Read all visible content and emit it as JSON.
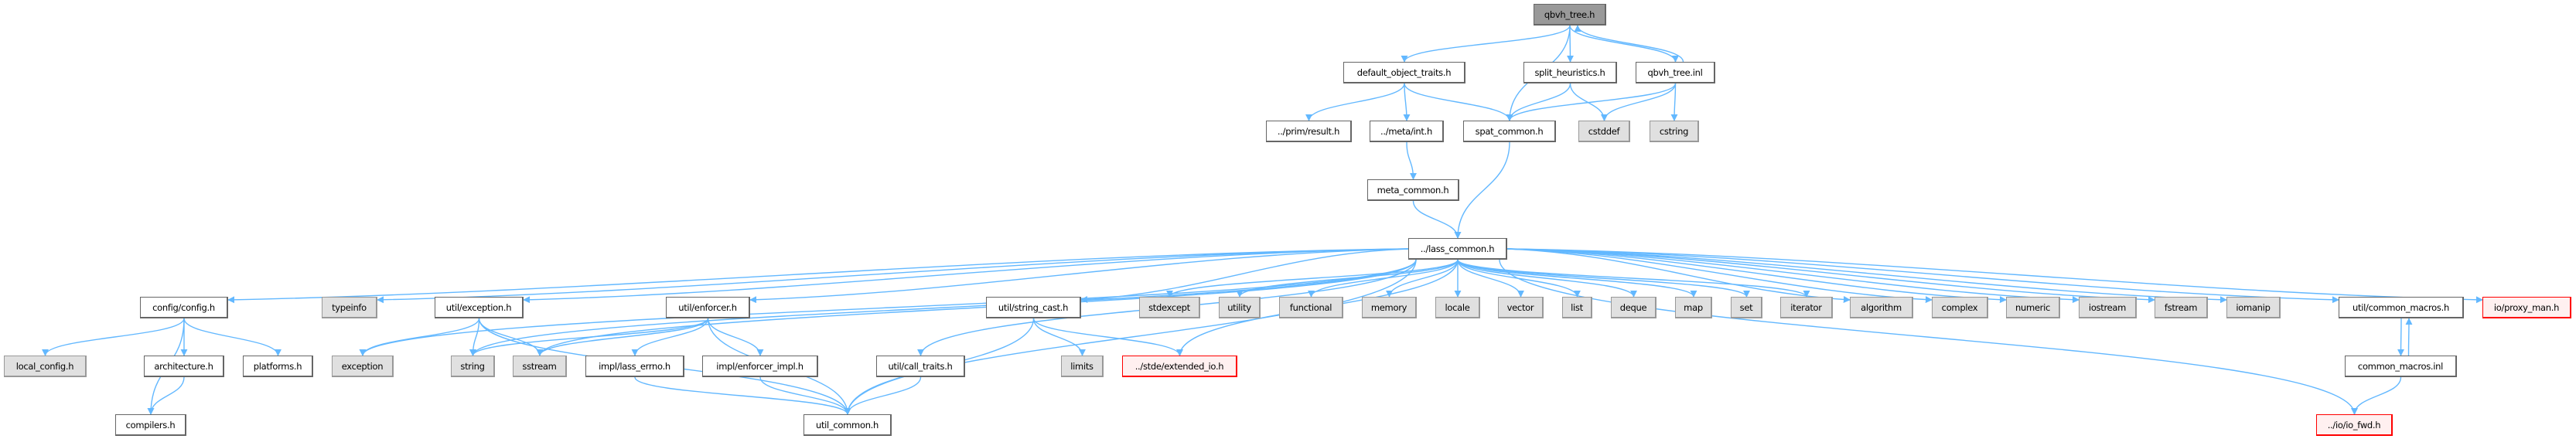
{
  "title": "qbvh_tree.h",
  "colors": {
    "edge": "#63b8ff",
    "file_border": "#666666",
    "system_fill": "#e0e0e0",
    "missing_fill": "#fff0f0",
    "missing_border": "#ff0000",
    "current_fill": "#999999"
  },
  "nodes": [
    {
      "id": "qbvh_tree_h",
      "label": "qbvh_tree.h",
      "kind": "current"
    },
    {
      "id": "default_object_traits",
      "label": "default_object_traits.h",
      "kind": "file"
    },
    {
      "id": "split_heuristics",
      "label": "split_heuristics.h",
      "kind": "file"
    },
    {
      "id": "qbvh_tree_inl",
      "label": "qbvh_tree.inl",
      "kind": "file"
    },
    {
      "id": "prim_result",
      "label": "../prim/result.h",
      "kind": "file"
    },
    {
      "id": "meta_int",
      "label": "../meta/int.h",
      "kind": "file"
    },
    {
      "id": "spat_common",
      "label": "spat_common.h",
      "kind": "file"
    },
    {
      "id": "cstddef",
      "label": "cstddef",
      "kind": "system"
    },
    {
      "id": "cstring",
      "label": "cstring",
      "kind": "system"
    },
    {
      "id": "meta_common",
      "label": "meta_common.h",
      "kind": "file"
    },
    {
      "id": "lass_common",
      "label": "../lass_common.h",
      "kind": "file"
    },
    {
      "id": "config",
      "label": "config/config.h",
      "kind": "file"
    },
    {
      "id": "typeinfo",
      "label": "typeinfo",
      "kind": "system"
    },
    {
      "id": "util_exception",
      "label": "util/exception.h",
      "kind": "file"
    },
    {
      "id": "util_enforcer",
      "label": "util/enforcer.h",
      "kind": "file"
    },
    {
      "id": "string_cast",
      "label": "util/string_cast.h",
      "kind": "file"
    },
    {
      "id": "stdexcept",
      "label": "stdexcept",
      "kind": "system"
    },
    {
      "id": "utility",
      "label": "utility",
      "kind": "system"
    },
    {
      "id": "functional",
      "label": "functional",
      "kind": "system"
    },
    {
      "id": "memory",
      "label": "memory",
      "kind": "system"
    },
    {
      "id": "locale",
      "label": "locale",
      "kind": "system"
    },
    {
      "id": "vector",
      "label": "vector",
      "kind": "system"
    },
    {
      "id": "list",
      "label": "list",
      "kind": "system"
    },
    {
      "id": "deque",
      "label": "deque",
      "kind": "system"
    },
    {
      "id": "map",
      "label": "map",
      "kind": "system"
    },
    {
      "id": "set",
      "label": "set",
      "kind": "system"
    },
    {
      "id": "iterator",
      "label": "iterator",
      "kind": "system"
    },
    {
      "id": "algorithm",
      "label": "algorithm",
      "kind": "system"
    },
    {
      "id": "complex",
      "label": "complex",
      "kind": "system"
    },
    {
      "id": "numeric",
      "label": "numeric",
      "kind": "system"
    },
    {
      "id": "iostream",
      "label": "iostream",
      "kind": "system"
    },
    {
      "id": "fstream",
      "label": "fstream",
      "kind": "system"
    },
    {
      "id": "iomanip",
      "label": "iomanip",
      "kind": "system"
    },
    {
      "id": "common_macros_h",
      "label": "util/common_macros.h",
      "kind": "file"
    },
    {
      "id": "proxy_man",
      "label": "io/proxy_man.h",
      "kind": "missing"
    },
    {
      "id": "local_config",
      "label": "local_config.h",
      "kind": "system"
    },
    {
      "id": "architecture",
      "label": "architecture.h",
      "kind": "file"
    },
    {
      "id": "platforms",
      "label": "platforms.h",
      "kind": "file"
    },
    {
      "id": "exception",
      "label": "exception",
      "kind": "system"
    },
    {
      "id": "string",
      "label": "string",
      "kind": "system"
    },
    {
      "id": "sstream",
      "label": "sstream",
      "kind": "system"
    },
    {
      "id": "lass_errno",
      "label": "impl/lass_errno.h",
      "kind": "file"
    },
    {
      "id": "enforcer_impl",
      "label": "impl/enforcer_impl.h",
      "kind": "file"
    },
    {
      "id": "call_traits",
      "label": "util/call_traits.h",
      "kind": "file"
    },
    {
      "id": "limits",
      "label": "limits",
      "kind": "system"
    },
    {
      "id": "extended_io",
      "label": "../stde/extended_io.h",
      "kind": "missing"
    },
    {
      "id": "common_macros_inl",
      "label": "common_macros.inl",
      "kind": "file"
    },
    {
      "id": "compilers",
      "label": "compilers.h",
      "kind": "file"
    },
    {
      "id": "util_common",
      "label": "util_common.h",
      "kind": "file"
    },
    {
      "id": "io_fwd",
      "label": "../io/io_fwd.h",
      "kind": "missing"
    }
  ],
  "edges": [
    [
      "qbvh_tree_h",
      "default_object_traits"
    ],
    [
      "qbvh_tree_h",
      "spat_common"
    ],
    [
      "qbvh_tree_h",
      "split_heuristics"
    ],
    [
      "qbvh_tree_h",
      "qbvh_tree_inl"
    ],
    [
      "qbvh_tree_inl",
      "qbvh_tree_h"
    ],
    [
      "default_object_traits",
      "prim_result"
    ],
    [
      "default_object_traits",
      "meta_int"
    ],
    [
      "default_object_traits",
      "spat_common"
    ],
    [
      "split_heuristics",
      "spat_common"
    ],
    [
      "split_heuristics",
      "cstddef"
    ],
    [
      "qbvh_tree_inl",
      "spat_common"
    ],
    [
      "qbvh_tree_inl",
      "cstddef"
    ],
    [
      "qbvh_tree_inl",
      "cstring"
    ],
    [
      "meta_int",
      "meta_common"
    ],
    [
      "meta_common",
      "lass_common"
    ],
    [
      "spat_common",
      "lass_common"
    ],
    [
      "lass_common",
      "config"
    ],
    [
      "lass_common",
      "typeinfo"
    ],
    [
      "lass_common",
      "exception"
    ],
    [
      "lass_common",
      "util_exception"
    ],
    [
      "lass_common",
      "string"
    ],
    [
      "lass_common",
      "sstream"
    ],
    [
      "lass_common",
      "util_enforcer"
    ],
    [
      "lass_common",
      "call_traits"
    ],
    [
      "lass_common",
      "util_common"
    ],
    [
      "lass_common",
      "string_cast"
    ],
    [
      "lass_common",
      "extended_io"
    ],
    [
      "lass_common",
      "stdexcept"
    ],
    [
      "lass_common",
      "utility"
    ],
    [
      "lass_common",
      "functional"
    ],
    [
      "lass_common",
      "memory"
    ],
    [
      "lass_common",
      "locale"
    ],
    [
      "lass_common",
      "vector"
    ],
    [
      "lass_common",
      "list"
    ],
    [
      "lass_common",
      "deque"
    ],
    [
      "lass_common",
      "map"
    ],
    [
      "lass_common",
      "set"
    ],
    [
      "lass_common",
      "iterator"
    ],
    [
      "lass_common",
      "algorithm"
    ],
    [
      "lass_common",
      "complex"
    ],
    [
      "lass_common",
      "numeric"
    ],
    [
      "lass_common",
      "iostream"
    ],
    [
      "lass_common",
      "fstream"
    ],
    [
      "lass_common",
      "iomanip"
    ],
    [
      "lass_common",
      "common_macros_h"
    ],
    [
      "lass_common",
      "proxy_man"
    ],
    [
      "lass_common",
      "io_fwd"
    ],
    [
      "config",
      "local_config"
    ],
    [
      "config",
      "compilers"
    ],
    [
      "config",
      "architecture"
    ],
    [
      "config",
      "platforms"
    ],
    [
      "architecture",
      "compilers"
    ],
    [
      "util_exception",
      "exception"
    ],
    [
      "util_exception",
      "string"
    ],
    [
      "util_exception",
      "sstream"
    ],
    [
      "util_exception",
      "util_common"
    ],
    [
      "util_enforcer",
      "string"
    ],
    [
      "util_enforcer",
      "sstream"
    ],
    [
      "util_enforcer",
      "lass_errno"
    ],
    [
      "util_enforcer",
      "enforcer_impl"
    ],
    [
      "util_enforcer",
      "util_common"
    ],
    [
      "lass_errno",
      "util_common"
    ],
    [
      "enforcer_impl",
      "util_common"
    ],
    [
      "call_traits",
      "util_common"
    ],
    [
      "string_cast",
      "limits"
    ],
    [
      "string_cast",
      "extended_io"
    ],
    [
      "string_cast",
      "util_common"
    ],
    [
      "common_macros_h",
      "common_macros_inl"
    ],
    [
      "common_macros_inl",
      "common_macros_h"
    ],
    [
      "common_macros_inl",
      "io_fwd"
    ]
  ]
}
